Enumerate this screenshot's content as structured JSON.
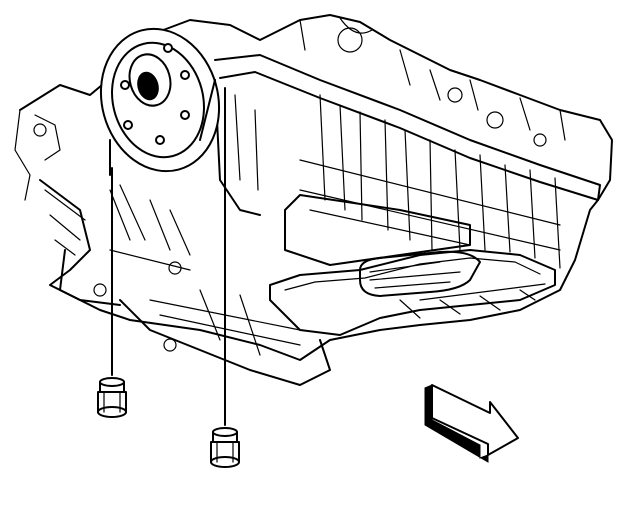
{
  "diagram": {
    "colors": {
      "line": "#000000",
      "background": "#ffffff"
    },
    "parts": [
      {
        "id": "oil-pan",
        "icon": "oil-pan-illustration"
      },
      {
        "id": "flywheel-housing",
        "icon": "flywheel-illustration"
      },
      {
        "id": "bolt-left",
        "icon": "bolt-icon"
      },
      {
        "id": "bolt-right",
        "icon": "bolt-icon"
      },
      {
        "id": "direction-arrow",
        "icon": "front-arrow-icon"
      }
    ]
  }
}
